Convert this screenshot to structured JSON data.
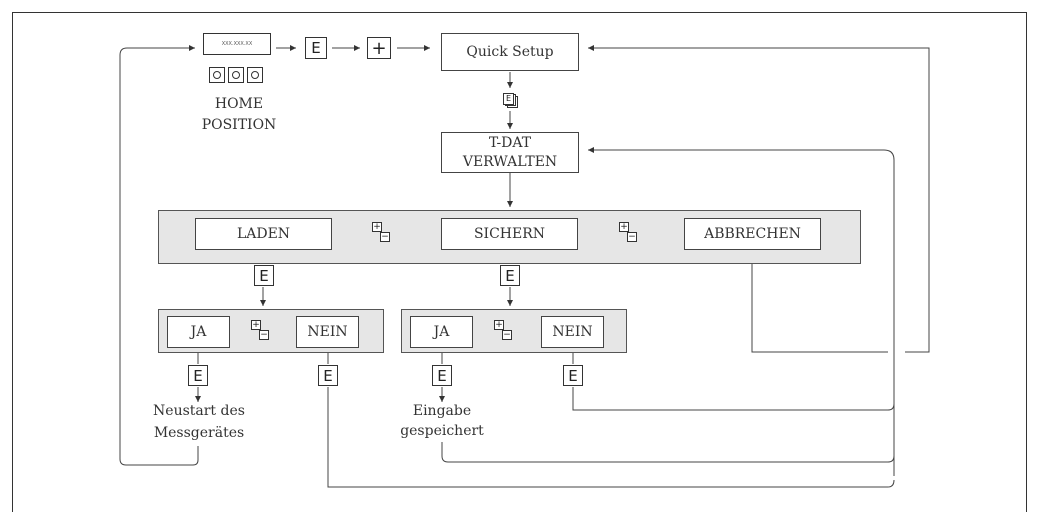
{
  "home": {
    "display_text": "XXX.XXX.XX",
    "label_line1": "HOME",
    "label_line2": "POSITION"
  },
  "keys": {
    "enter": "E",
    "plus": "+",
    "plus_small": "+",
    "minus_small": "−"
  },
  "nodes": {
    "quick_setup": "Quick Setup",
    "tdat_line1": "T-DAT",
    "tdat_line2": "VERWALTEN",
    "laden": "LADEN",
    "sichern": "SICHERN",
    "abbrechen": "ABBRECHEN",
    "ja": "JA",
    "nein": "NEIN"
  },
  "results": {
    "restart_line1": "Neustart des",
    "restart_line2": "Messgerätes",
    "saved_line1": "Eingabe",
    "saved_line2": "gespeichert"
  }
}
